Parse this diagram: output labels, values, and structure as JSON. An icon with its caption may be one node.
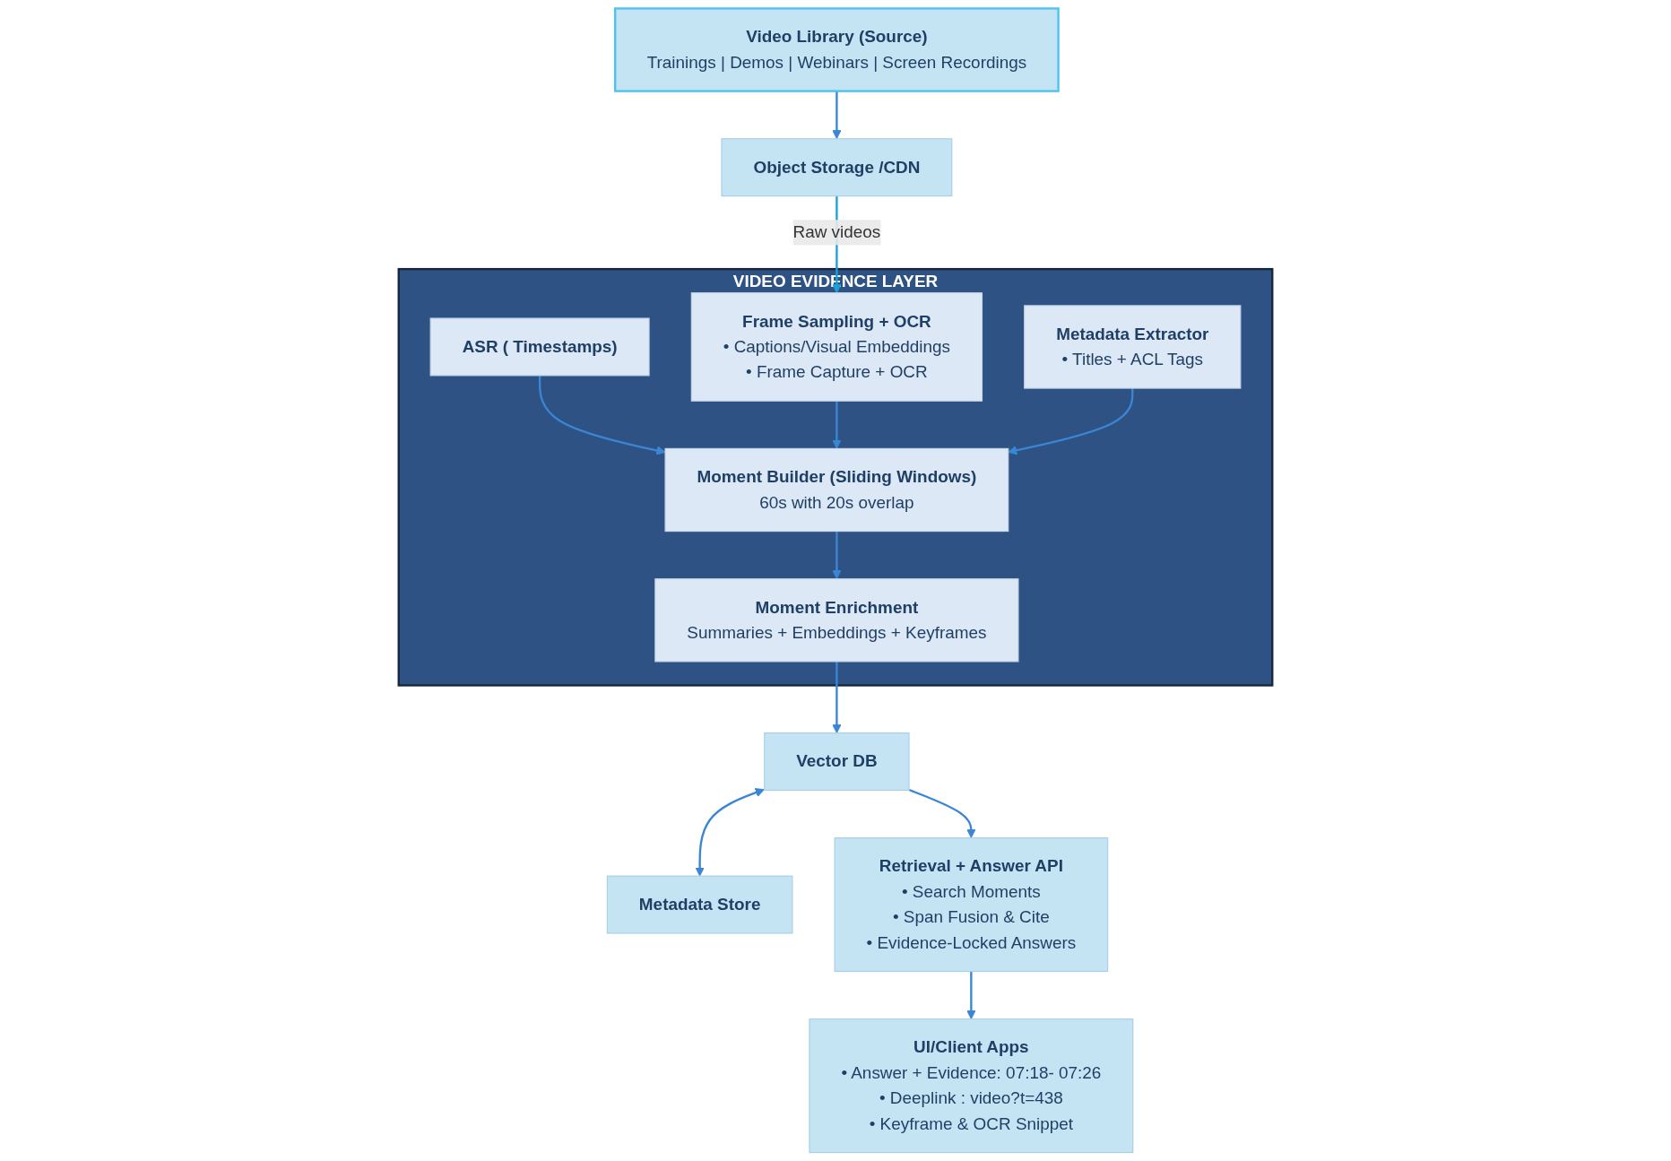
{
  "diagram": {
    "nodes": [
      {
        "text": [
          "Video Library (Source)",
          "Trainings | Demos | Webinars | Screen Recordings"
        ]
      },
      {
        "text": [
          "Object Storage /CDN"
        ]
      },
      {
        "text": [
          "VIDEO EVIDENCE LAYER"
        ]
      },
      {
        "text": [
          "ASR ( Timestamps)"
        ],
        "in": 2
      },
      {
        "text": [
          "Frame Sampling + OCR",
          "• Captions/Visual Embeddings",
          "• Frame Capture + OCR"
        ],
        "in": 2
      },
      {
        "text": [
          "Metadata Extractor",
          "• Titles + ACL Tags"
        ],
        "in": 2
      },
      {
        "text": [
          "Moment Builder (Sliding Windows)",
          "60s with 20s overlap"
        ],
        "in": 2
      },
      {
        "text": [
          "Moment Enrichment",
          "Summaries + Embeddings + Keyframes"
        ],
        "in": 2
      },
      {
        "text": [
          "Vector DB"
        ]
      },
      {
        "text": [
          "Metadata Store"
        ]
      },
      {
        "text": [
          "Retrieval + Answer API",
          "• Search Moments",
          "• Span Fusion & Cite",
          "• Evidence-Locked Answers"
        ]
      },
      {
        "text": [
          "UI/Client Apps",
          "• Answer + Evidence: 07:18- 07:26",
          "• Deeplink : video?t=438",
          "• Keyframe & OCR Snippet"
        ]
      }
    ],
    "edges": [
      {
        "from": 0,
        "to": 1,
        "arrow": "to"
      },
      {
        "from": 1,
        "to": 4,
        "arrow": "to",
        "label": "Raw videos",
        "color": "#1ba1d8"
      },
      {
        "from": 3,
        "to": 6,
        "arrow": "to"
      },
      {
        "from": 4,
        "to": 6,
        "arrow": "to"
      },
      {
        "from": 5,
        "to": 6,
        "arrow": "to"
      },
      {
        "from": 6,
        "to": 7,
        "arrow": "to"
      },
      {
        "from": 7,
        "to": 8,
        "arrow": "to"
      },
      {
        "from": 8,
        "to": 9,
        "arrow": "both"
      },
      {
        "from": 8,
        "to": 10,
        "arrow": "to"
      },
      {
        "from": 10,
        "to": 11,
        "arrow": "to"
      }
    ]
  }
}
